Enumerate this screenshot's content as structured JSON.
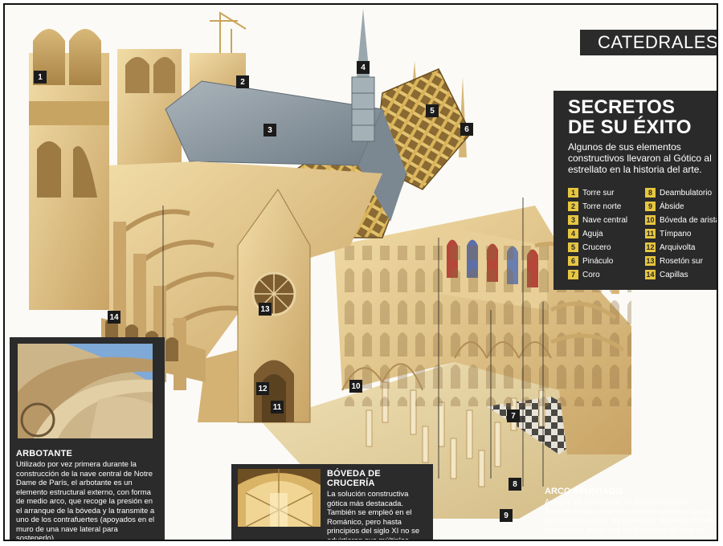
{
  "section_tag": "CATEDRALES",
  "title_line1": "SECRETOS",
  "title_line2": "DE SU ÉXITO",
  "intro": "Algunos de sus elementos constructivos llevaron al Gótico al estrellato en la historia del arte.",
  "legend_left": [
    {
      "num": "1",
      "label": "Torre sur"
    },
    {
      "num": "2",
      "label": "Torre norte"
    },
    {
      "num": "3",
      "label": "Nave central"
    },
    {
      "num": "4",
      "label": "Aguja"
    },
    {
      "num": "5",
      "label": "Crucero"
    },
    {
      "num": "6",
      "label": "Pináculo"
    },
    {
      "num": "7",
      "label": "Coro"
    }
  ],
  "legend_right": [
    {
      "num": "8",
      "label": "Deambulatorio"
    },
    {
      "num": "9",
      "label": "Ábside"
    },
    {
      "num": "10",
      "label": "Bóveda de aristas"
    },
    {
      "num": "11",
      "label": "Tímpano"
    },
    {
      "num": "12",
      "label": "Arquivolta"
    },
    {
      "num": "13",
      "label": "Rosetón sur"
    },
    {
      "num": "14",
      "label": "Capillas"
    }
  ],
  "callouts": [
    "1",
    "2",
    "3",
    "4",
    "5",
    "6",
    "7",
    "8",
    "9",
    "10",
    "11",
    "12",
    "13",
    "14"
  ],
  "arbotante": {
    "title": "ARBOTANTE",
    "text": "Utilizado por vez primera durante la construcción de la nave central de Notre Dame de París, el arbotante es un elemento estructural externo, con forma de medio arco, que recoge la presión en el arranque de la bóveda y la transmite a uno de los contrafuertes (apoyados en el muro de una nave lateral para sostenerlo)."
  },
  "boveda": {
    "title": "BÓVEDA DE CRUCERÍA",
    "text": "La solución constructiva gótica más destacada. También se empleó en el Románico, pero hasta principios del siglo XI no se advirtieron sus múltiples posibilidades."
  },
  "arco": {
    "title": "ARCO APUNTADO",
    "text": "Aunque ya se conocía, es típico del Gótico. Permite salvar espacios mayores gracias a que su verticalidad reduce las presiones laterales. Por eso resulta más eficaz que su antecesor, el arco de medio punto."
  },
  "colors": {
    "panel": "#2a2a2a",
    "accent": "#e7c640",
    "stone": "#e3c98f",
    "roof": "#8e9aa3"
  }
}
